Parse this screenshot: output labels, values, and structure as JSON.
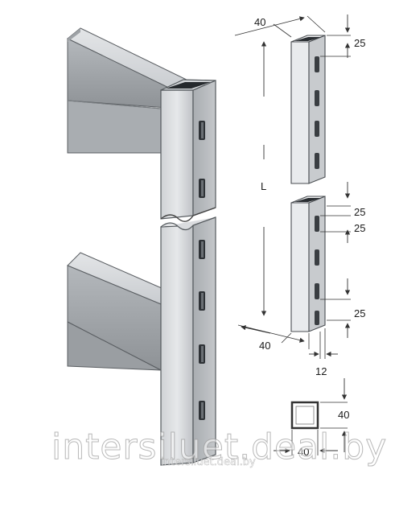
{
  "dimensions": {
    "top_width": "40",
    "top_slot_offset": "25",
    "length": "L",
    "slot_pitch_a": "25",
    "slot_pitch_b": "25",
    "slot_pitch_c": "25",
    "bottom_width": "40",
    "slot_width": "12",
    "section_height": "40",
    "section_width": "40"
  },
  "watermark": {
    "main": "intersiluet.deal.by",
    "small": "intersiluet.deal.by"
  },
  "colors": {
    "metal_light": "#d9dbdd",
    "metal_mid": "#b9bcbf",
    "metal_dark": "#8d9195",
    "outline": "#555a5e",
    "slot": "#2e3236"
  }
}
